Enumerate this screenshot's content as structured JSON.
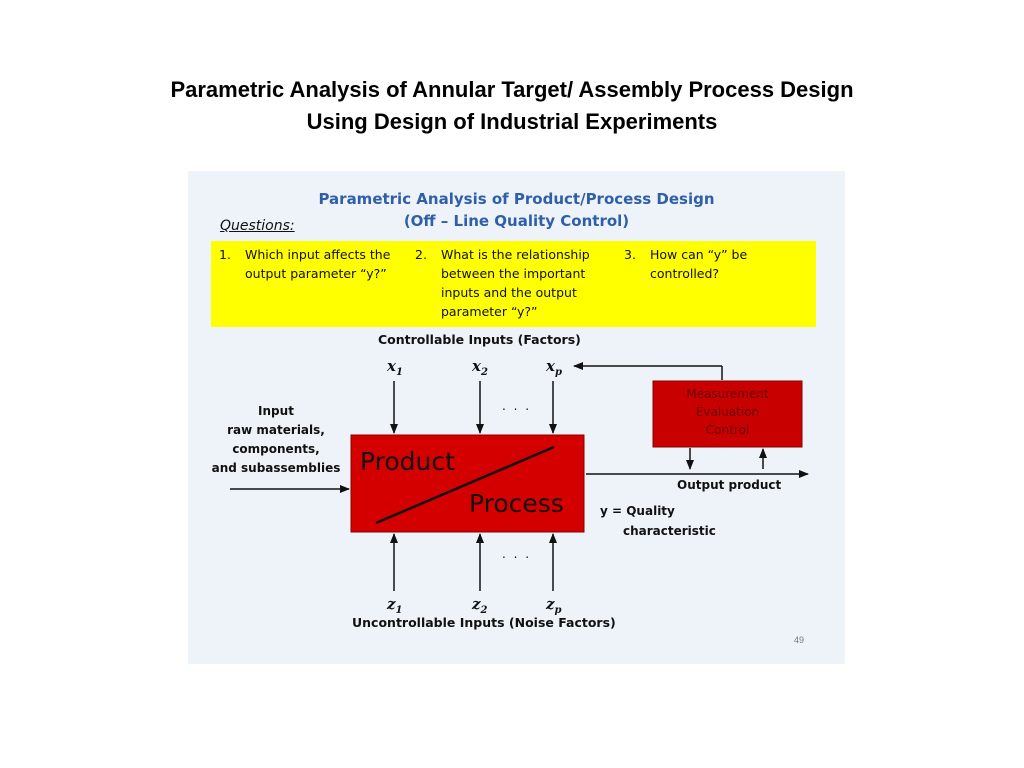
{
  "slide_title": {
    "line1": "Parametric Analysis of  Annular Target/ Assembly Process Design",
    "line2": "Using Design of Industrial Experiments"
  },
  "panel": {
    "title_line1": "Parametric Analysis of Product/Process Design",
    "title_line2": "(Off – Line Quality Control)",
    "questions_label": "Questions:",
    "questions": [
      {
        "num": "1.",
        "lines": [
          "Which input affects the",
          "output parameter “y?”"
        ]
      },
      {
        "num": "2.",
        "lines": [
          "What is the relationship",
          "between the important",
          "inputs and the output",
          "parameter “y?”"
        ]
      },
      {
        "num": "3.",
        "lines": [
          "How can “y” be",
          "controlled?"
        ]
      }
    ],
    "controllable_label": "Controllable  Inputs  (Factors)",
    "uncontrollable_label": "Uncontrollable  Inputs  (Noise Factors)",
    "x_vars": [
      {
        "base": "x",
        "sub": "1"
      },
      {
        "base": "x",
        "sub": "2"
      },
      {
        "base": "x",
        "sub": "p"
      }
    ],
    "z_vars": [
      {
        "base": "z",
        "sub": "1"
      },
      {
        "base": "z",
        "sub": "2"
      },
      {
        "base": "z",
        "sub": "p"
      }
    ],
    "ellipsis": ". . .",
    "input_lines": [
      "Input",
      "raw materials,",
      "components,",
      "and  subassemblies"
    ],
    "product_word": "Product",
    "process_word": "Process",
    "measurement_lines": [
      "Measurement",
      "Evaluation",
      "Control"
    ],
    "output_label": "Output  product",
    "quality_line1": "y = Quality",
    "quality_line2": "characteristic",
    "page_number": "49"
  },
  "colors": {
    "panel_bg": "#eef3fa",
    "panel_title": "#2f5fa8",
    "question_box": "#ffff00",
    "process_box": "#d40000",
    "measurement_box": "#c80000"
  }
}
